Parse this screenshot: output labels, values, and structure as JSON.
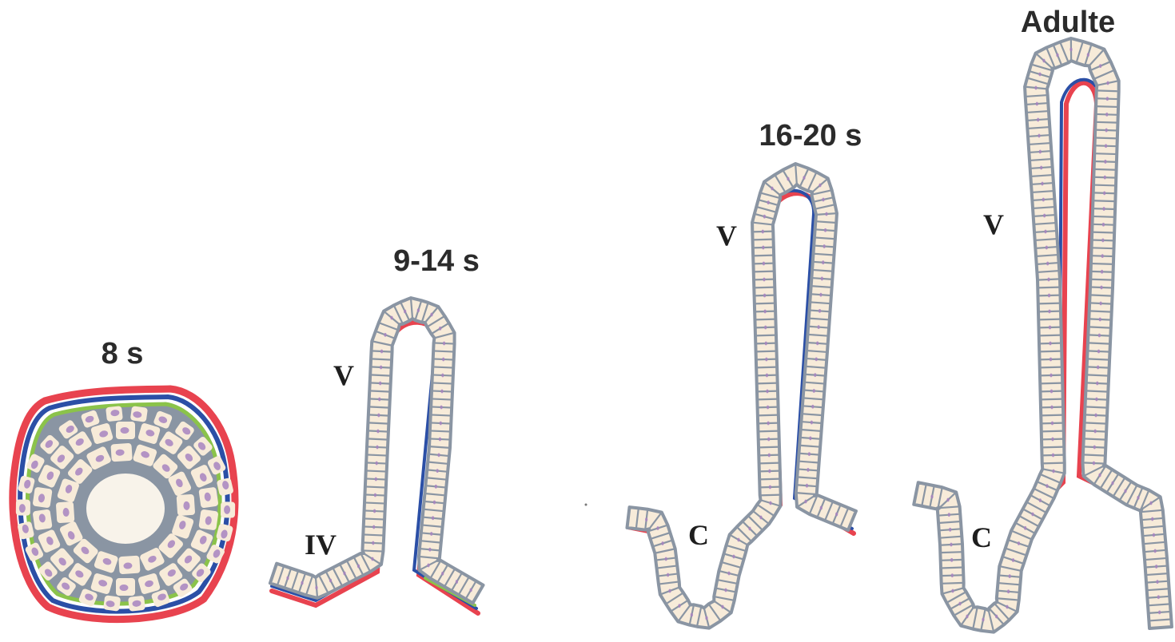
{
  "stages": [
    {
      "label": "8 s"
    },
    {
      "label": "9-14 s"
    },
    {
      "label": "16-20 s"
    },
    {
      "label": "Adulte"
    }
  ],
  "regions": {
    "v": "V",
    "iv": "IV",
    "c": "C"
  },
  "colors": {
    "basal_red": "#e8434f",
    "basal_blue": "#2b4fa6",
    "green_layer": "#8bc34a",
    "orange_layer": "#f0a04a",
    "cell_border": "#8a95a3",
    "cell_fill": "#f7ebd9",
    "nucleus": "#a784c0",
    "lumen": "#f8f3ea"
  }
}
